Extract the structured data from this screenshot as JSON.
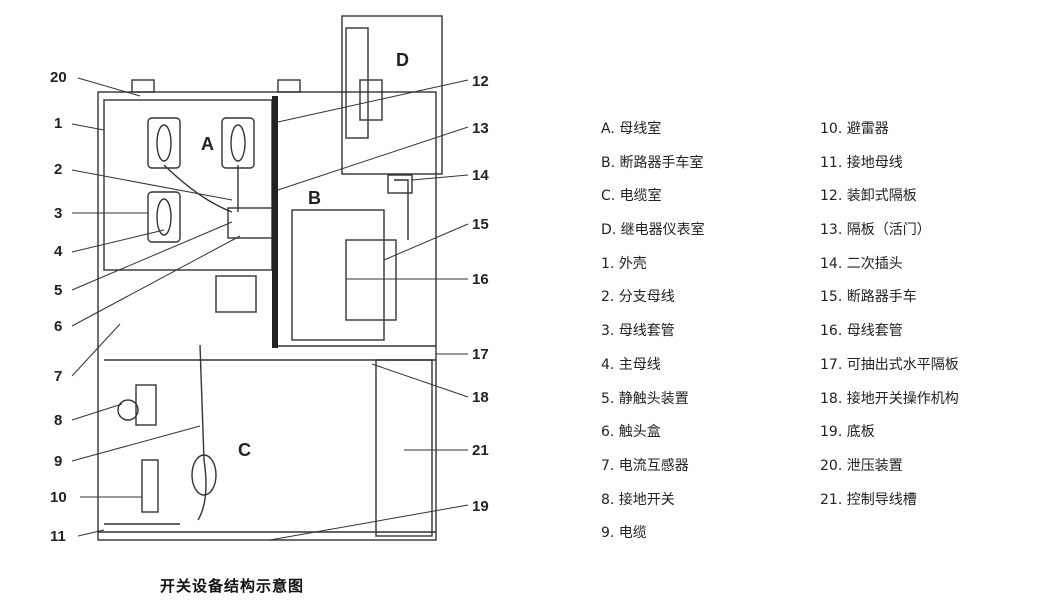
{
  "compartments": [
    "A",
    "B",
    "C",
    "D"
  ],
  "callouts": [
    "20",
    "1",
    "2",
    "3",
    "4",
    "5",
    "6",
    "7",
    "8",
    "9",
    "10",
    "11",
    "12",
    "13",
    "14",
    "15",
    "16",
    "17",
    "18",
    "19",
    "21"
  ],
  "legend_left": [
    "A. 母线室",
    "B. 断路器手车室",
    "C. 电缆室",
    "D. 继电器仪表室",
    "1. 外壳",
    "2. 分支母线",
    "3. 母线套管",
    "4. 主母线",
    "5. 静触头装置",
    "6. 触头盒",
    "7. 电流互感器",
    "8. 接地开关",
    "9. 电缆"
  ],
  "legend_right": [
    "10. 避雷器",
    "11. 接地母线",
    "12. 装卸式隔板",
    "13. 隔板（活门）",
    "14. 二次插头",
    "15. 断路器手车",
    "16. 母线套管",
    "17. 可抽出式水平隔板",
    "18. 接地开关操作机构",
    "19. 底板",
    "20. 泄压装置",
    "21. 控制导线槽"
  ],
  "caption": "开关设备结构示意图"
}
